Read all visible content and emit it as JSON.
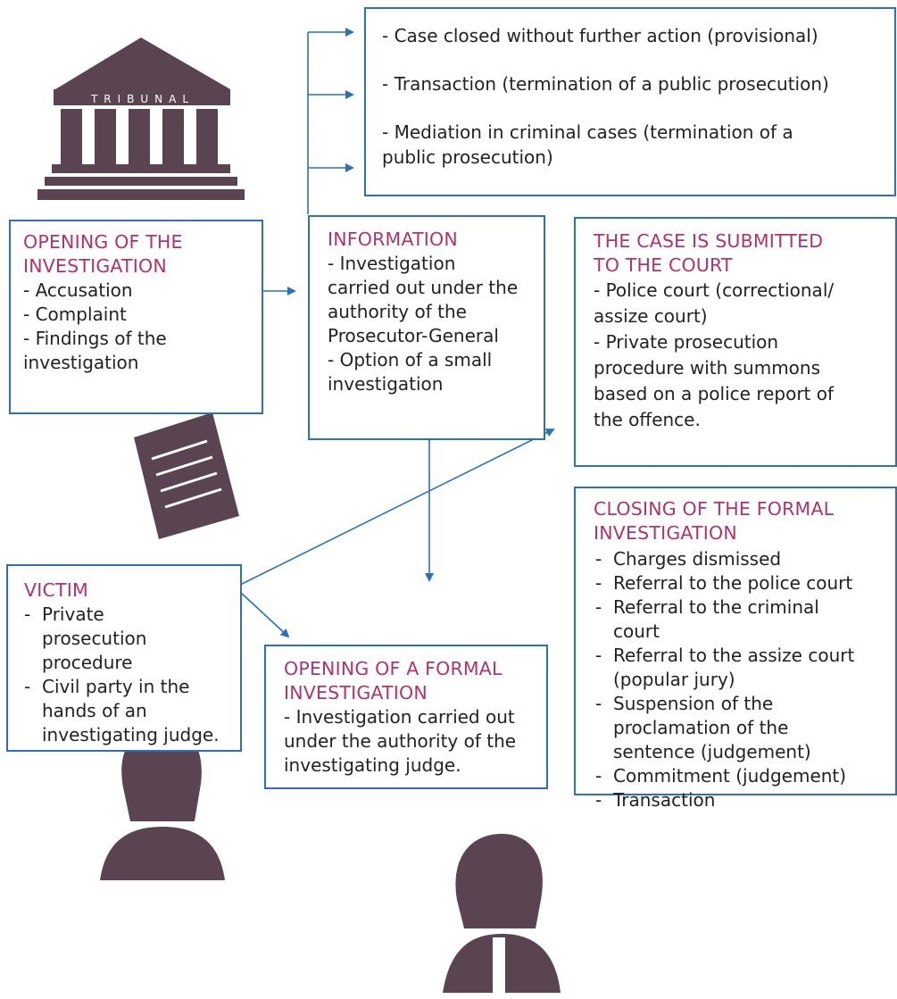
{
  "tribunal_label": "TRIBUNAL",
  "outcomes_box": {
    "items": [
      "- Case closed without further action (provisional)",
      "- Transaction (termination of a public prosecution)",
      "- Mediation in criminal cases (termination of a",
      "public prosecution)"
    ]
  },
  "opening_box": {
    "title_lines": [
      "OPENING OF THE",
      "INVESTIGATION"
    ],
    "lines": [
      "- Accusation",
      "- Complaint",
      "- Findings of the",
      "investigation"
    ]
  },
  "information_box": {
    "title": "INFORMATION",
    "lines": [
      "- Investigation",
      "carried out under the",
      "authority of the",
      "Prosecutor-General",
      "- Option of a small",
      "investigation"
    ]
  },
  "court_box": {
    "title_lines": [
      "THE CASE IS SUBMITTED",
      "TO THE COURT"
    ],
    "lines": [
      "- Police court (correctional/",
      "assize court)",
      "- Private prosecution",
      "procedure with summons",
      "based on a police report of",
      "the offence."
    ]
  },
  "closing_box": {
    "title_lines": [
      "CLOSING OF THE FORMAL",
      "INVESTIGATION"
    ],
    "items": [
      "Charges dismissed",
      "Referral to the police court",
      "Referral to the criminal court",
      "Referral to the assize court (popular jury)",
      "Suspension of the proclamation of the sentence (judgement)",
      "Commitment (judgement)",
      "Transaction"
    ]
  },
  "victim_box": {
    "title": "VICTIM",
    "items": [
      "Private prosecution procedure",
      "Civil party in the hands of an investigating judge."
    ]
  },
  "formal_box": {
    "title_lines": [
      "OPENING OF A FORMAL",
      "INVESTIGATION"
    ],
    "lines": [
      "- Investigation carried out",
      "under the authority of the",
      "investigating judge."
    ]
  },
  "colors": {
    "border": "#2f6fb8",
    "title": "#b0336a",
    "illustration": "#5a4452"
  }
}
